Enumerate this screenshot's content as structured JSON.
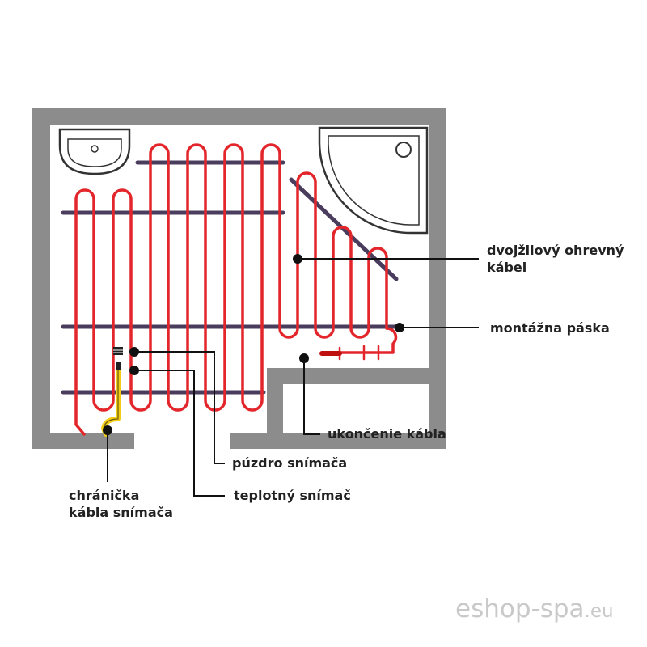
{
  "diagram": {
    "labels": {
      "heating_cable": [
        "dvojžilový ohrevný",
        "kábel"
      ],
      "mounting_tape": "montážna páska",
      "cable_end": "ukončenie kábla",
      "sensor_housing": "púzdro snímača",
      "temperature_sensor": "teplotný snímač",
      "sensor_cable_conduit": [
        "chránička",
        "kábla snímača"
      ]
    },
    "colors": {
      "wall": "#8c8c8c",
      "heating_cable": "#e3262b",
      "mounting_tape": "#4a3c5c",
      "conduit": "#f2cd14",
      "leader": "#111111",
      "fixture": "#333333"
    },
    "icons": [
      "washbasin-icon",
      "shower-tray-icon",
      "sensor-housing-icon"
    ]
  },
  "brand": {
    "watermark_main": "eshop-spa",
    "watermark_tld": ".eu"
  }
}
